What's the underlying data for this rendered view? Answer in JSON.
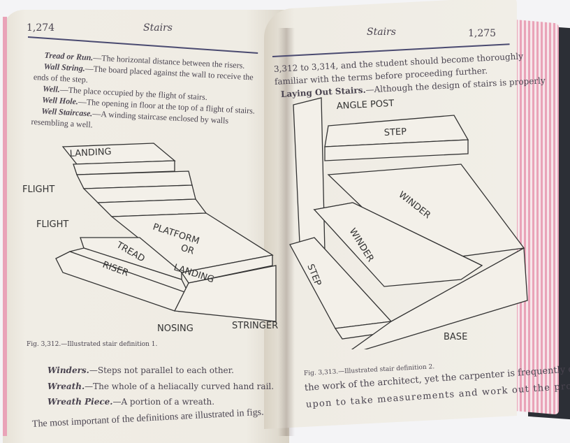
{
  "left_page": {
    "page_number": "1,274",
    "running_head": "Stairs",
    "definitions": [
      {
        "term": "Tread or Run.",
        "text": "—The horizontal distance between the risers."
      },
      {
        "term": "Wall String.",
        "text": "—The board placed against the wall to receive the ends of",
        "cont": "the step."
      },
      {
        "term": "Well.",
        "text": "—The place occupied by the flight of stairs."
      },
      {
        "term": "Well Hole.",
        "text": "—The opening in floor at the top of a flight of stairs."
      },
      {
        "term": "Well Staircase.",
        "text": "—A winding staircase enclosed by walls resembling a",
        "cont": "well."
      }
    ],
    "figure_labels": [
      "LANDING",
      "FLIGHT",
      "FLIGHT",
      "PLATFORM",
      "OR",
      "LANDING",
      "TREAD",
      "RISER",
      "NOSING",
      "STRINGER"
    ],
    "caption": "Fig. 3,312.—Illustrated stair definition 1.",
    "definitions2": [
      {
        "term": "Winders.",
        "text": "—Steps not parallel to each other."
      },
      {
        "term": "Wreath.",
        "text": "—The whole of a heliacally curved hand rail."
      },
      {
        "term": "Wreath Piece.",
        "text": "—A portion of a wreath."
      }
    ],
    "closing": "The most important of the definitions are illustrated in figs."
  },
  "right_page": {
    "page_number": "1,275",
    "running_head": "Stairs",
    "line1": "3,312 to 3,314, and the student should become thoroughly",
    "line2": "familiar with the terms before proceeding further.",
    "section_term": "Laying Out Stairs.",
    "section_text": "—Although the design of stairs is properly",
    "figure_labels": [
      "ANGLE POST",
      "STEP",
      "WINDER",
      "WINDER",
      "STEP",
      "BASE"
    ],
    "caption": "Fig. 3,313.—Illustrated stair definition 2.",
    "para1": "the work of the architect, yet the carpenter is frequently called",
    "para2": "upon to take measurements and work out the problem,"
  }
}
